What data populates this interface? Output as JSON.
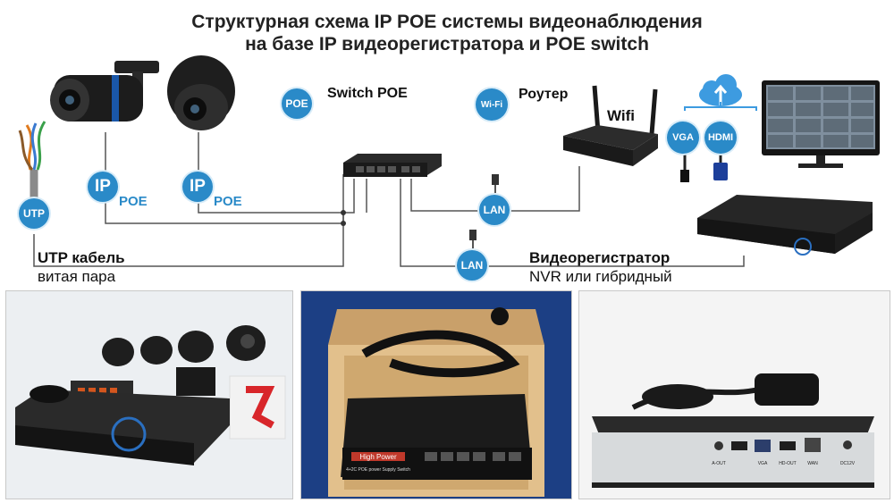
{
  "title_line1": "Структурная схема IP POE системы видеонаблюдения",
  "title_line2": "на базе IP видеорегистратора и POE switch",
  "switch": {
    "badge": "POE",
    "label": "Switch POE"
  },
  "router": {
    "badge": "Wi-Fi",
    "label": "Роутер",
    "wifi_text": "Wifi"
  },
  "cameras": [
    {
      "ip": "IP",
      "poe": "POE"
    },
    {
      "ip": "IP",
      "poe": "POE"
    }
  ],
  "utp": {
    "badge": "UTP",
    "label": "UTP кабель",
    "sublabel": "витая пара"
  },
  "lan_badges": [
    "LAN",
    "LAN"
  ],
  "monitor_ports": [
    "VGA",
    "HDMI"
  ],
  "nvr": {
    "label": "Видеорегистратор",
    "sublabel": "NVR или гибридный"
  },
  "photos": {
    "switch_box": {
      "brand": "High Power",
      "subtitle": "4+2C POE power Supply Switch"
    },
    "nvr_back": {
      "ports": [
        "A-OUT",
        "VGA",
        "HD-OUT",
        "WAN",
        "DC12V"
      ]
    }
  },
  "colors": {
    "badge_blue": "#2a8ac8",
    "line": "#555555"
  }
}
